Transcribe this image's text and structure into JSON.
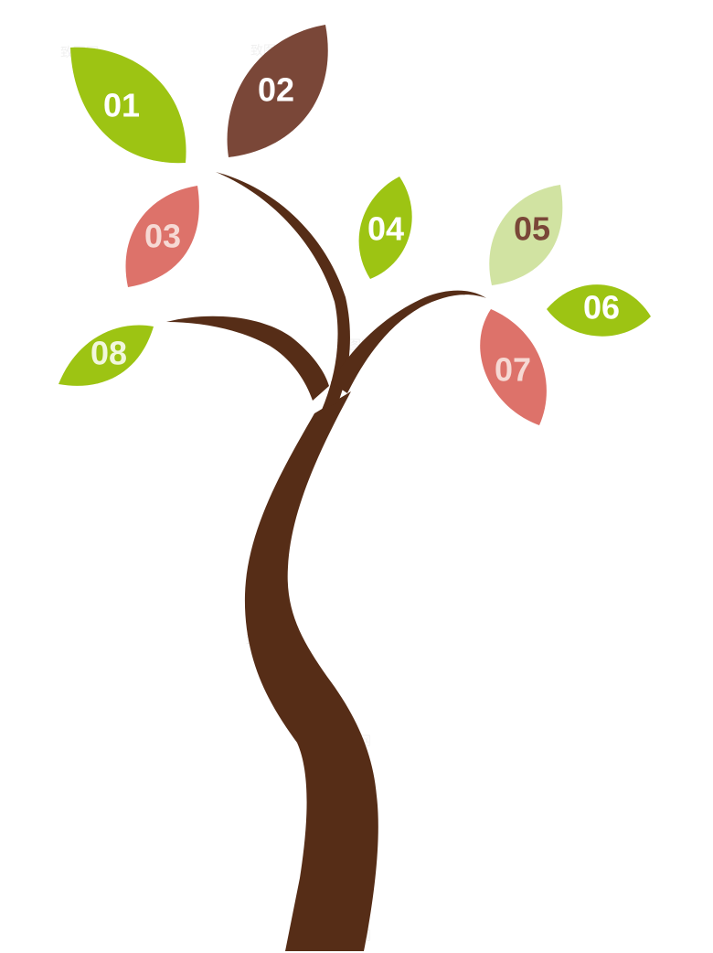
{
  "colors": {
    "trunk": "#562D17",
    "green": "#9DC413",
    "brown": "#7A4738",
    "salmon": "#DD726A",
    "pale_green": "#D1E3A2"
  },
  "leaves": [
    {
      "label": "01",
      "fill": "#9DC413",
      "text_color": "#FFFFFF"
    },
    {
      "label": "02",
      "fill": "#7A4738",
      "text_color": "#FFFFFF"
    },
    {
      "label": "03",
      "fill": "#DD726A",
      "text_color": "#F6D9D4"
    },
    {
      "label": "04",
      "fill": "#9DC413",
      "text_color": "#FFFFFF"
    },
    {
      "label": "05",
      "fill": "#D1E3A2",
      "text_color": "#7A4738"
    },
    {
      "label": "06",
      "fill": "#9DC413",
      "text_color": "#FFFFFF"
    },
    {
      "label": "07",
      "fill": "#DD726A",
      "text_color": "#F6D9D4"
    },
    {
      "label": "08",
      "fill": "#9DC413",
      "text_color": "#F1F7DC"
    }
  ],
  "watermark": {
    "text": "致图网"
  }
}
